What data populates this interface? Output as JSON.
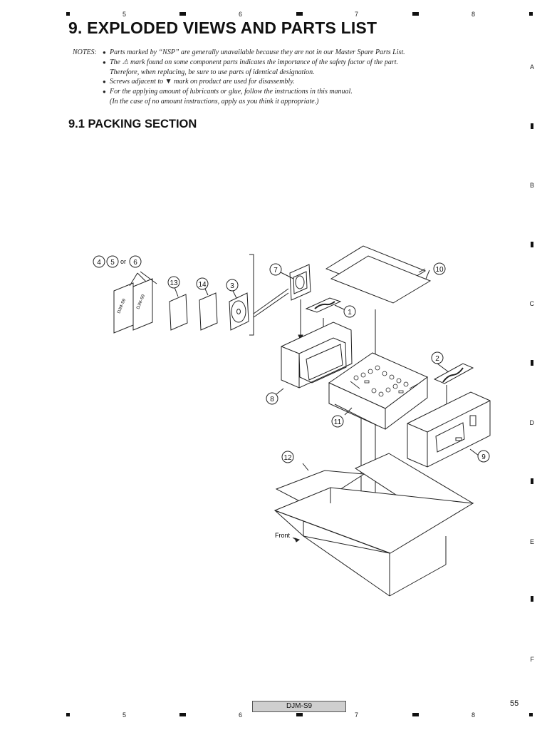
{
  "grid": {
    "top_numbers": [
      "5",
      "6",
      "7",
      "8"
    ],
    "bottom_numbers": [
      "5",
      "6",
      "7",
      "8"
    ],
    "side_letters": [
      "A",
      "B",
      "C",
      "D",
      "E",
      "F"
    ]
  },
  "header": {
    "title": "9. EXPLODED VIEWS AND PARTS LIST"
  },
  "notes": {
    "label": "NOTES:",
    "items": [
      "Parts marked by “NSP” are generally unavailable because they are not in our Master Spare Parts List.",
      "The ⚠ mark found on some component parts indicates the importance of the safety factor of the part.",
      "Therefore, when replacing, be sure to use parts of identical designation.",
      "Screws adjacent to ▼ mark on product are used for disassembly.",
      "For the applying amount of lubricants or glue, follow the instructions in this manual.",
      "(In the case of no amount instructions, apply as you think it appropriate.)"
    ]
  },
  "section": {
    "title": "9.1  PACKING SECTION"
  },
  "diagram": {
    "callouts": [
      "4",
      "5",
      "or",
      "6",
      "7",
      "10",
      "13",
      "14",
      "3",
      "1",
      "2",
      "8",
      "11",
      "9",
      "12"
    ],
    "manual_label": "DJM-S9",
    "front_label": "Front"
  },
  "footer": {
    "model": "DJM-S9",
    "page": "55"
  }
}
